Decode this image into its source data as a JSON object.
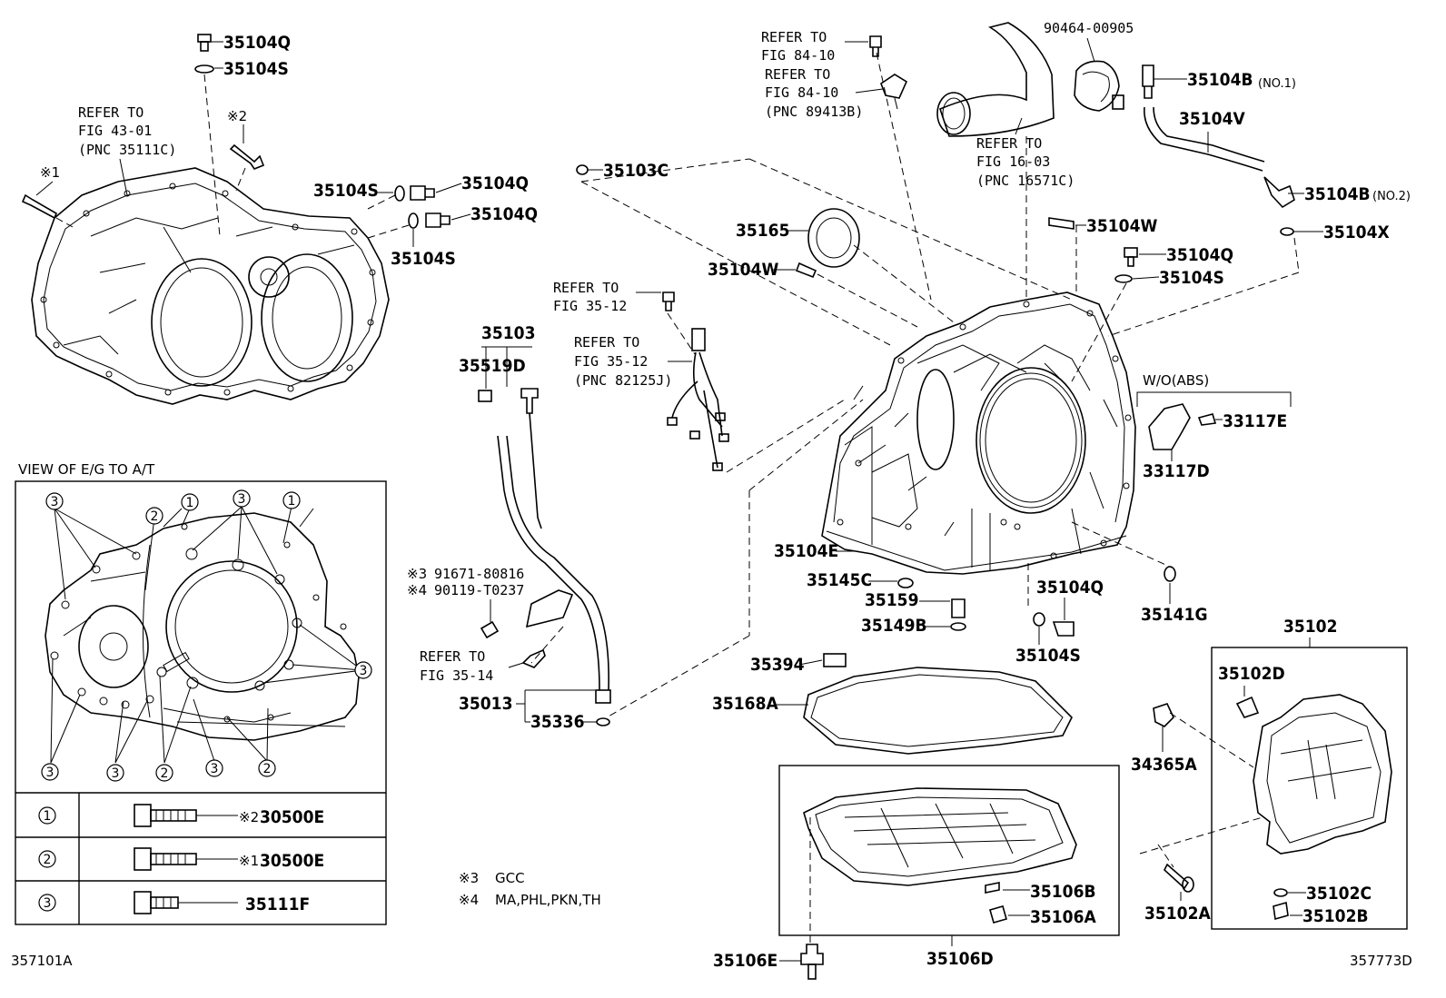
{
  "diagram": {
    "code_left": "357101A",
    "code_right": "357773D",
    "labels": {
      "p35104q_a": "35104Q",
      "p35104s_a": "35104S",
      "p35104s_b": "35104S",
      "p35104q_b": "35104Q",
      "p35104q_c": "35104Q",
      "p35104s_c": "35104S",
      "p35103c": "35103C",
      "p35165": "35165",
      "p35104w_a": "35104W",
      "p35104w_b": "35104W",
      "p35104q_d": "35104Q",
      "p35104s_d": "35104S",
      "p90464": "90464-00905",
      "p35104b_1": "35104B",
      "p35104v": "35104V",
      "p35104b_2": "35104B",
      "p35104x": "35104X",
      "p35103": "35103",
      "p35519d": "35519D",
      "p33117e": "33117E",
      "p33117d": "33117D",
      "p35104e": "35104E",
      "p35145c": "35145C",
      "p35159": "35159",
      "p35149b": "35149B",
      "p35104q_e": "35104Q",
      "p35104s_e": "35104S",
      "p35141g": "35141G",
      "p35394": "35394",
      "p35168a": "35168A",
      "p35013": "35013",
      "p35336": "35336",
      "p35102": "35102",
      "p35102d": "35102D",
      "p34365a": "34365A",
      "p35106b": "35106B",
      "p35106a": "35106A",
      "p35102c": "35102C",
      "p35102b": "35102B",
      "p35102a": "35102A",
      "p35106e": "35106E",
      "p35106d": "35106D",
      "p91671": "91671-80816",
      "p90119": "90119-T0237"
    },
    "small": {
      "no1": "(NO.1)",
      "no2": "(NO.2)",
      "mark1": "※1",
      "mark2": "※2",
      "mark3": "※3",
      "mark4": "※4"
    },
    "refs": {
      "r1_l1": "REFER TO",
      "r1_l2": "FIG 43-01",
      "r1_l3": "(PNC 35111C)",
      "r2_l1": "REFER TO",
      "r2_l2": "FIG 84-10",
      "r3_l1": "REFER TO",
      "r3_l2": "FIG 84-10",
      "r3_l3": "(PNC 89413B)",
      "r4_l1": "REFER TO",
      "r4_l2": "FIG 16-03",
      "r4_l3": "(PNC 16571C)",
      "r5_l1": "REFER TO",
      "r5_l2": "FIG 35-12",
      "r6_l1": "REFER TO",
      "r6_l2": "FIG 35-12",
      "r6_l3": "(PNC 82125J)",
      "r7_l1": "REFER TO",
      "r7_l2": "FIG 35-14"
    },
    "wo_abs": "W/O(ABS)",
    "view_title": "VIEW OF E/G TO A/T",
    "bolt_table": [
      {
        "num": "①",
        "mark": "※2",
        "pnc": "30500E"
      },
      {
        "num": "②",
        "mark": "※1",
        "pnc": "30500E"
      },
      {
        "num": "③",
        "mark": "",
        "pnc": "35111F"
      }
    ],
    "notes": [
      {
        "mark": "※3",
        "text": "GCC"
      },
      {
        "mark": "※4",
        "text": "MA,PHL,PKN,TH"
      }
    ],
    "circle_nums": {
      "one": "1",
      "two": "2",
      "three": "3"
    }
  }
}
